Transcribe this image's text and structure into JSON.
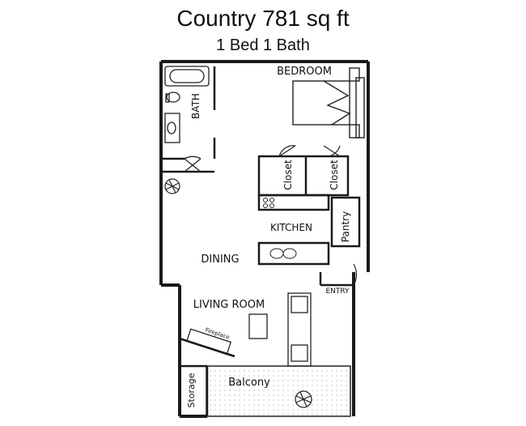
{
  "header": {
    "title": "Country 781 sq ft",
    "subtitle": "1 Bed 1 Bath"
  },
  "rooms": {
    "bedroom": "BEDROOM",
    "bath": "BATH",
    "closet": "Closet",
    "kitchen": "KITCHEN",
    "pantry": "Pantry",
    "dining": "DINING",
    "living_room": "LIVING ROOM",
    "entry": "ENTRY",
    "fireplace": "Fireplace",
    "storage": "Storage",
    "balcony": "Balcony"
  },
  "colors": {
    "wall": "#1a1a1a",
    "balcony_fill": "#f4f4f4"
  }
}
